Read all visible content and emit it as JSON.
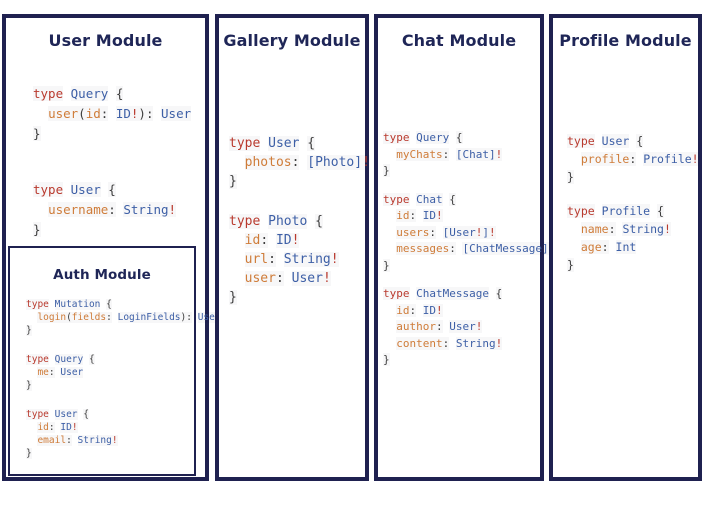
{
  "palette": {
    "border_navy": "#1f2150",
    "title_navy": "#1f2657",
    "keyword_red": "#b93a2e",
    "type_blue": "#3d5fa6",
    "field_orange": "#cf7c39",
    "punctuation_gray": "#3d3d3d",
    "background": "#ffffff"
  },
  "modules": [
    {
      "title": "User Module",
      "code": [
        [
          [
            [
              "k",
              "type"
            ],
            [
              "",
              " "
            ],
            [
              "t",
              "Query"
            ],
            [
              "",
              " "
            ],
            [
              "p",
              "{"
            ]
          ],
          [
            [
              "",
              "  "
            ],
            [
              "f",
              "user"
            ],
            [
              "p",
              "("
            ],
            [
              "f",
              "id"
            ],
            [
              "p",
              ":"
            ],
            [
              "",
              " "
            ],
            [
              "t",
              "ID"
            ],
            [
              "b",
              "!"
            ],
            [
              "p",
              "):"
            ],
            [
              "",
              " "
            ],
            [
              "t",
              "User"
            ]
          ],
          [
            [
              "p",
              "}"
            ]
          ]
        ],
        [
          [
            [
              "k",
              "type"
            ],
            [
              "",
              " "
            ],
            [
              "t",
              "User"
            ],
            [
              "",
              " "
            ],
            [
              "p",
              "{"
            ]
          ],
          [
            [
              "",
              "  "
            ],
            [
              "f",
              "username"
            ],
            [
              "p",
              ":"
            ],
            [
              "",
              " "
            ],
            [
              "t",
              "String"
            ],
            [
              "b",
              "!"
            ]
          ],
          [
            [
              "p",
              "}"
            ]
          ]
        ]
      ]
    },
    {
      "title": "Auth Module",
      "code": [
        [
          [
            [
              "k",
              "type"
            ],
            [
              "",
              " "
            ],
            [
              "t",
              "Mutation"
            ],
            [
              "",
              " "
            ],
            [
              "p",
              "{"
            ]
          ],
          [
            [
              "",
              "  "
            ],
            [
              "f",
              "login"
            ],
            [
              "p",
              "("
            ],
            [
              "f",
              "fields"
            ],
            [
              "p",
              ":"
            ],
            [
              "",
              " "
            ],
            [
              "t",
              "LoginFields"
            ],
            [
              "p",
              "):"
            ],
            [
              "",
              " "
            ],
            [
              "t",
              "User"
            ]
          ],
          [
            [
              "p",
              "}"
            ]
          ]
        ],
        [
          [
            [
              "k",
              "type"
            ],
            [
              "",
              " "
            ],
            [
              "t",
              "Query"
            ],
            [
              "",
              " "
            ],
            [
              "p",
              "{"
            ]
          ],
          [
            [
              "",
              "  "
            ],
            [
              "f",
              "me"
            ],
            [
              "p",
              ":"
            ],
            [
              "",
              " "
            ],
            [
              "t",
              "User"
            ]
          ],
          [
            [
              "p",
              "}"
            ]
          ]
        ],
        [
          [
            [
              "k",
              "type"
            ],
            [
              "",
              " "
            ],
            [
              "t",
              "User"
            ],
            [
              "",
              " "
            ],
            [
              "p",
              "{"
            ]
          ],
          [
            [
              "",
              "  "
            ],
            [
              "f",
              "id"
            ],
            [
              "p",
              ":"
            ],
            [
              "",
              " "
            ],
            [
              "t",
              "ID"
            ],
            [
              "b",
              "!"
            ]
          ],
          [
            [
              "",
              "  "
            ],
            [
              "f",
              "email"
            ],
            [
              "p",
              ":"
            ],
            [
              "",
              " "
            ],
            [
              "t",
              "String"
            ],
            [
              "b",
              "!"
            ]
          ],
          [
            [
              "p",
              "}"
            ]
          ]
        ]
      ]
    },
    {
      "title": "Gallery Module",
      "code": [
        [
          [
            [
              "k",
              "type"
            ],
            [
              "",
              " "
            ],
            [
              "t",
              "User"
            ],
            [
              "",
              " "
            ],
            [
              "p",
              "{"
            ]
          ],
          [
            [
              "",
              "  "
            ],
            [
              "f",
              "photos"
            ],
            [
              "p",
              ":"
            ],
            [
              "",
              " "
            ],
            [
              "t",
              "[Photo]"
            ],
            [
              "b",
              "!"
            ]
          ],
          [
            [
              "p",
              "}"
            ]
          ]
        ],
        [
          [
            [
              "k",
              "type"
            ],
            [
              "",
              " "
            ],
            [
              "t",
              "Photo"
            ],
            [
              "",
              " "
            ],
            [
              "p",
              "{"
            ]
          ],
          [
            [
              "",
              "  "
            ],
            [
              "f",
              "id"
            ],
            [
              "p",
              ":"
            ],
            [
              "",
              " "
            ],
            [
              "t",
              "ID"
            ],
            [
              "b",
              "!"
            ]
          ],
          [
            [
              "",
              "  "
            ],
            [
              "f",
              "url"
            ],
            [
              "p",
              ":"
            ],
            [
              "",
              " "
            ],
            [
              "t",
              "String"
            ],
            [
              "b",
              "!"
            ]
          ],
          [
            [
              "",
              "  "
            ],
            [
              "f",
              "user"
            ],
            [
              "p",
              ":"
            ],
            [
              "",
              " "
            ],
            [
              "t",
              "User"
            ],
            [
              "b",
              "!"
            ]
          ],
          [
            [
              "p",
              "}"
            ]
          ]
        ]
      ]
    },
    {
      "title": "Chat Module",
      "code": [
        [
          [
            [
              "k",
              "type"
            ],
            [
              "",
              " "
            ],
            [
              "t",
              "Query"
            ],
            [
              "",
              " "
            ],
            [
              "p",
              "{"
            ]
          ],
          [
            [
              "",
              "  "
            ],
            [
              "f",
              "myChats"
            ],
            [
              "p",
              ":"
            ],
            [
              "",
              " "
            ],
            [
              "t",
              "[Chat]"
            ],
            [
              "b",
              "!"
            ]
          ],
          [
            [
              "p",
              "}"
            ]
          ]
        ],
        [
          [
            [
              "k",
              "type"
            ],
            [
              "",
              " "
            ],
            [
              "t",
              "Chat"
            ],
            [
              "",
              " "
            ],
            [
              "p",
              "{"
            ]
          ],
          [
            [
              "",
              "  "
            ],
            [
              "f",
              "id"
            ],
            [
              "p",
              ":"
            ],
            [
              "",
              " "
            ],
            [
              "t",
              "ID"
            ],
            [
              "b",
              "!"
            ]
          ],
          [
            [
              "",
              "  "
            ],
            [
              "f",
              "users"
            ],
            [
              "p",
              ":"
            ],
            [
              "",
              " "
            ],
            [
              "t",
              "[User"
            ],
            [
              "b",
              "!"
            ],
            [
              "t",
              "]"
            ],
            [
              "b",
              "!"
            ]
          ],
          [
            [
              "",
              "  "
            ],
            [
              "f",
              "messages"
            ],
            [
              "p",
              ":"
            ],
            [
              "",
              " "
            ],
            [
              "t",
              "[ChatMessage]"
            ],
            [
              "b",
              "!"
            ]
          ],
          [
            [
              "p",
              "}"
            ]
          ]
        ],
        [
          [
            [
              "k",
              "type"
            ],
            [
              "",
              " "
            ],
            [
              "t",
              "ChatMessage"
            ],
            [
              "",
              " "
            ],
            [
              "p",
              "{"
            ]
          ],
          [
            [
              "",
              "  "
            ],
            [
              "f",
              "id"
            ],
            [
              "p",
              ":"
            ],
            [
              "",
              " "
            ],
            [
              "t",
              "ID"
            ],
            [
              "b",
              "!"
            ]
          ],
          [
            [
              "",
              "  "
            ],
            [
              "f",
              "author"
            ],
            [
              "p",
              ":"
            ],
            [
              "",
              " "
            ],
            [
              "t",
              "User"
            ],
            [
              "b",
              "!"
            ]
          ],
          [
            [
              "",
              "  "
            ],
            [
              "f",
              "content"
            ],
            [
              "p",
              ":"
            ],
            [
              "",
              " "
            ],
            [
              "t",
              "String"
            ],
            [
              "b",
              "!"
            ]
          ],
          [
            [
              "p",
              "}"
            ]
          ]
        ]
      ]
    },
    {
      "title": "Profile Module",
      "code": [
        [
          [
            [
              "k",
              "type"
            ],
            [
              "",
              " "
            ],
            [
              "t",
              "User"
            ],
            [
              "",
              " "
            ],
            [
              "p",
              "{"
            ]
          ],
          [
            [
              "",
              "  "
            ],
            [
              "f",
              "profile"
            ],
            [
              "p",
              ":"
            ],
            [
              "",
              " "
            ],
            [
              "t",
              "Profile"
            ],
            [
              "b",
              "!"
            ]
          ],
          [
            [
              "p",
              "}"
            ]
          ]
        ],
        [
          [
            [
              "k",
              "type"
            ],
            [
              "",
              " "
            ],
            [
              "t",
              "Profile"
            ],
            [
              "",
              " "
            ],
            [
              "p",
              "{"
            ]
          ],
          [
            [
              "",
              "  "
            ],
            [
              "f",
              "name"
            ],
            [
              "p",
              ":"
            ],
            [
              "",
              " "
            ],
            [
              "t",
              "String"
            ],
            [
              "b",
              "!"
            ]
          ],
          [
            [
              "",
              "  "
            ],
            [
              "f",
              "age"
            ],
            [
              "p",
              ":"
            ],
            [
              "",
              " "
            ],
            [
              "t",
              "Int"
            ]
          ],
          [
            [
              "p",
              "}"
            ]
          ]
        ]
      ]
    }
  ]
}
